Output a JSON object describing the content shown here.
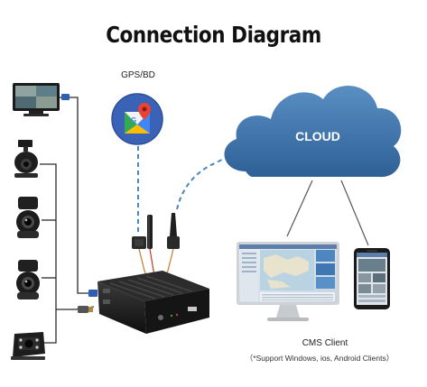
{
  "title": "Connection Diagram",
  "gps_label": "GPS/BD",
  "cloud_label": "CLOUD",
  "cms_client_label": "CMS Client",
  "cms_client_note": "（*Support Windows, ios, Android Clients）",
  "colors": {
    "cloud_fill": "#3c74a8",
    "dashed_link": "#4b86c4",
    "cable": "#2b2b2b",
    "device_body": "#1a1a1a",
    "gps_circle": "#3a63b8"
  },
  "components": {
    "monitor": "monitor-icon",
    "cameras": [
      "dome-camera-icon",
      "ahd-camera-icon",
      "ahd-camera-icon",
      "bus-camera-icon"
    ],
    "gps": "google-maps-icon",
    "recorder": "mdvr-box-icon",
    "desktop": "desktop-monitor-icon",
    "phone": "smartphone-icon"
  }
}
